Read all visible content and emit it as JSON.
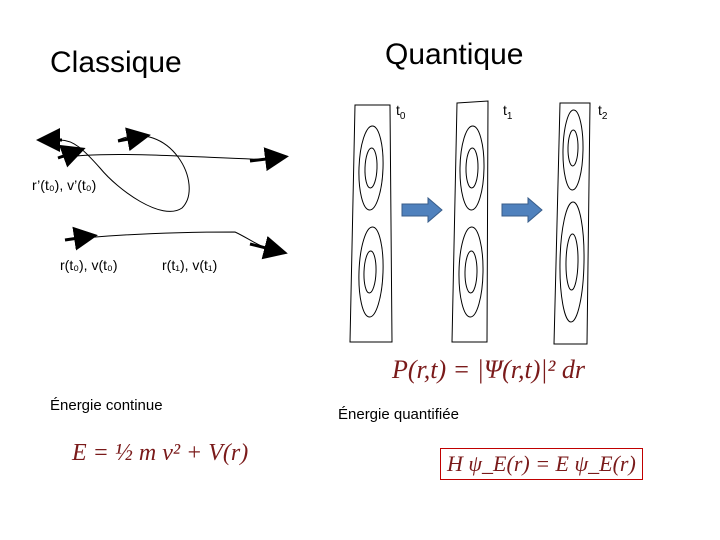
{
  "titles": {
    "classic": "Classique",
    "quantum": "Quantique"
  },
  "time_labels": {
    "t0_base": "t",
    "t0_sub": "0",
    "t1_base": "t",
    "t1_sub": "1",
    "t2_base": "t",
    "t2_sub": "2"
  },
  "classic_labels": {
    "r_prime": "r’(t₀), v’(t₀)",
    "r0": "r(t₀), v(t₀)",
    "r1": "r(t₁), v(t₁)"
  },
  "captions": {
    "continuous": "Énergie continue",
    "quantized": "Énergie quantifiée"
  },
  "equations": {
    "probability": "P(r,t) = |Ψ(r,t)|² dr",
    "classical_energy": "E = ½ m v² + V(r)",
    "schrodinger": "H ψ_E(r) = E ψ_E(r)"
  },
  "colors": {
    "arrow": "#4f81bd",
    "arrow_stroke": "#385d8a",
    "equation_border": "#c00000",
    "math_text": "#7a1a1a"
  }
}
